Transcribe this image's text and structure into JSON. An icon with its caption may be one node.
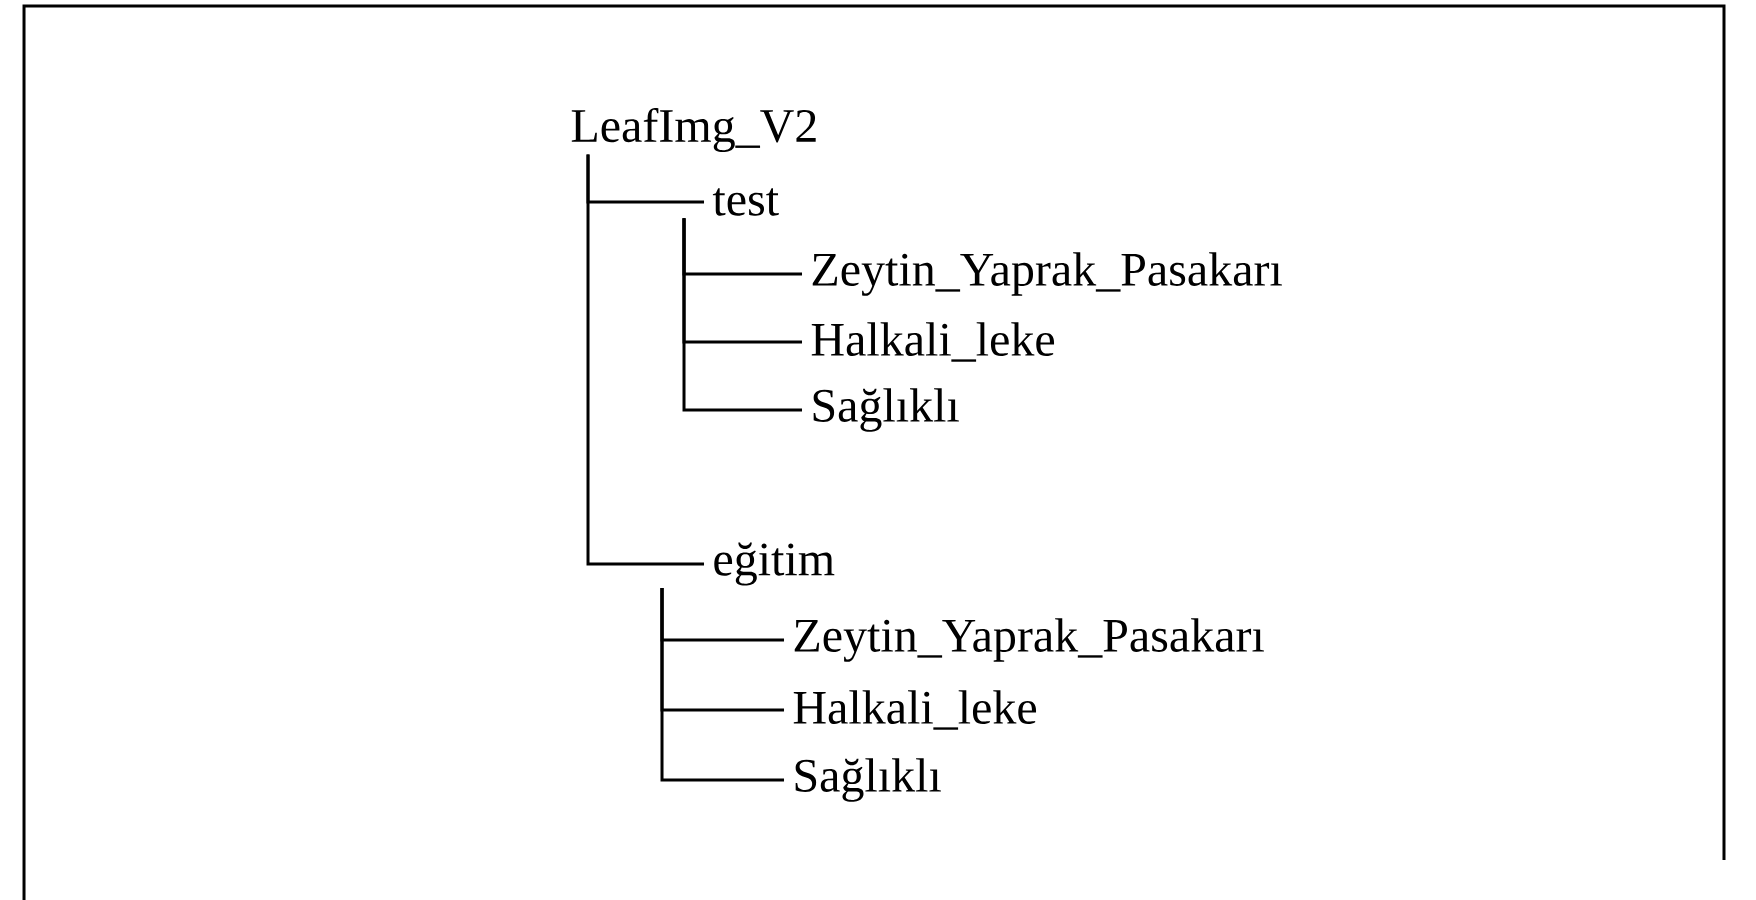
{
  "diagram": {
    "nodes": [
      {
        "text": [
          "LeafImg_V2"
        ]
      },
      {
        "text": [
          "test"
        ]
      },
      {
        "text": [
          "Zeytin_Yaprak_Pasakarı"
        ]
      },
      {
        "text": [
          "Halkali_leke"
        ]
      },
      {
        "text": [
          "Sağlıklı"
        ]
      },
      {
        "text": [
          "eğitim"
        ]
      },
      {
        "text": [
          "Zeytin_Yaprak_Pasakarı"
        ]
      },
      {
        "text": [
          "Halkali_leke"
        ]
      },
      {
        "text": [
          "Sağlıklı"
        ]
      }
    ],
    "edges": [
      {
        "from": 0,
        "to": 1,
        "arrow": "none"
      },
      {
        "from": 0,
        "to": 5,
        "arrow": "none"
      },
      {
        "from": 1,
        "to": 2,
        "arrow": "none"
      },
      {
        "from": 1,
        "to": 3,
        "arrow": "none"
      },
      {
        "from": 1,
        "to": 4,
        "arrow": "none"
      },
      {
        "from": 5,
        "to": 6,
        "arrow": "none"
      },
      {
        "from": 5,
        "to": 7,
        "arrow": "none"
      },
      {
        "from": 5,
        "to": 8,
        "arrow": "none"
      }
    ]
  }
}
